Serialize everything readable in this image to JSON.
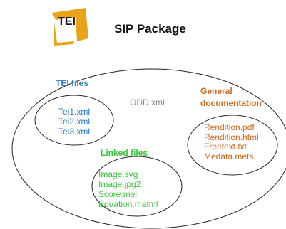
{
  "logo": {
    "text": "TEI",
    "bracket_color": "#e8a317"
  },
  "title": "SIP Package",
  "tei_files": {
    "heading": "TEI files",
    "items": [
      "Tei1.xml",
      "Tei2.xml",
      "Tei3.xml"
    ]
  },
  "odd_file": "ODD.xml",
  "general_documentation": {
    "heading_lines": [
      "General",
      "documentation"
    ],
    "items": [
      "Rendition.pdf",
      "Rendition.html",
      "Freetext.txt",
      "Medata.mets"
    ]
  },
  "linked_files": {
    "heading": "Linked files",
    "items": [
      "Image.svg",
      "Image.jpg2",
      "Score.mei",
      "Equation.matml"
    ]
  },
  "colors": {
    "tei_blue": "#2a7bd2",
    "doc_orange": "#d2691e",
    "linked_green": "#3dc43d",
    "odd_gray": "#8a8a8a"
  }
}
